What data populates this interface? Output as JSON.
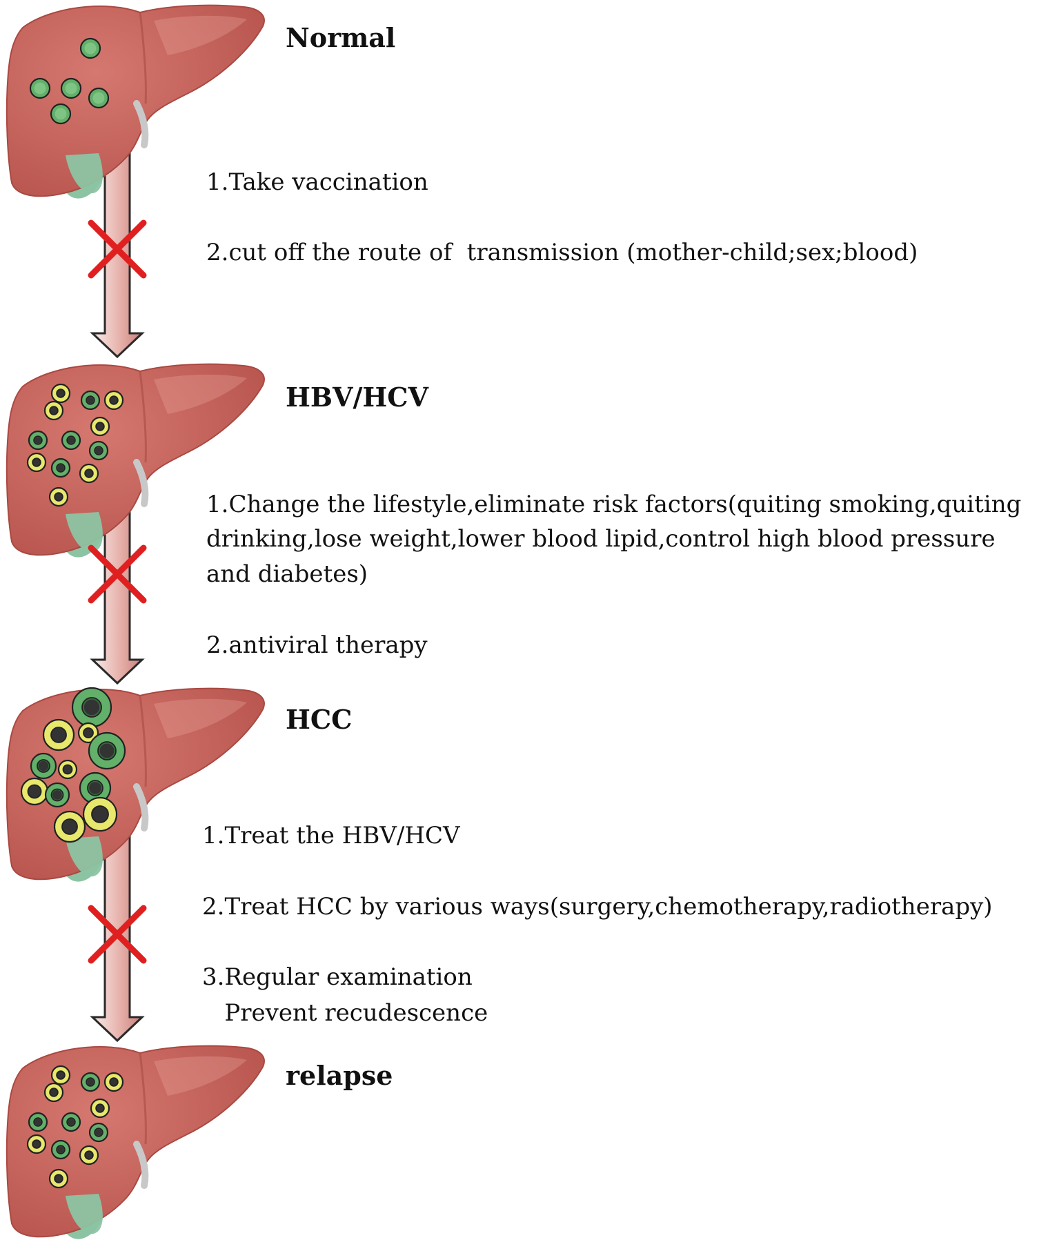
{
  "colors": {
    "liver_fill": "#c9635b",
    "liver_shade": "#a94942",
    "liver_highlight": "#e7a39b",
    "gallbladder": "#8cc4a3",
    "arrow_light": "#f6e3e1",
    "arrow_dark": "#c9807a",
    "cross": "#e02020",
    "cell_green": "#62b06a",
    "cell_yellow": "#e7e86c",
    "cell_dark_green": "#356b3d",
    "nucleus": "#333333"
  },
  "stages": [
    {
      "label": "Normal",
      "cell_pattern": "healthy"
    },
    {
      "label": "HBV/HCV",
      "cell_pattern": "infected"
    },
    {
      "label": "HCC",
      "cell_pattern": "tumor"
    },
    {
      "label": "relapse",
      "cell_pattern": "infected"
    }
  ],
  "interventions": [
    {
      "items": [
        [
          "1.Take vaccination"
        ],
        [
          "2.cut off the route of  transmission (mother-child;sex;blood)"
        ]
      ]
    },
    {
      "items": [
        [
          "1.Change the lifestyle,eliminate risk factors(quiting smoking,quiting",
          "drinking,lose weight,lower blood lipid,control high blood pressure",
          "and diabetes)"
        ],
        [
          "2.antiviral therapy"
        ]
      ]
    },
    {
      "items": [
        [
          "1.Treat the HBV/HCV"
        ],
        [
          "2.Treat HCC by various ways(surgery,chemotherapy,radiotherapy)"
        ],
        [
          "3.Regular examination",
          "   Prevent recudescence"
        ]
      ]
    }
  ]
}
